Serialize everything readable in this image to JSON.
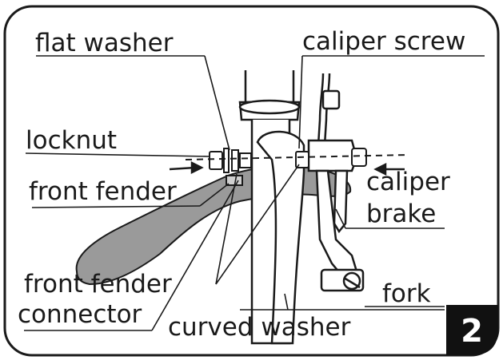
{
  "diagram": {
    "step_number": "2",
    "labels": {
      "flat_washer": "flat washer",
      "caliper_screw": "caliper screw",
      "locknut": "locknut",
      "front_fender": "front fender",
      "caliper_brake_line1": "caliper",
      "caliper_brake_line2": "brake",
      "front_fender_connector_line1": "front fender",
      "front_fender_connector_line2": "connector",
      "curved_washer": "curved washer",
      "fork": "fork"
    },
    "colors": {
      "line": "#1a1a1a",
      "fender_fill": "#9a9a9a",
      "badge": "#111111",
      "background": "#ffffff"
    }
  }
}
